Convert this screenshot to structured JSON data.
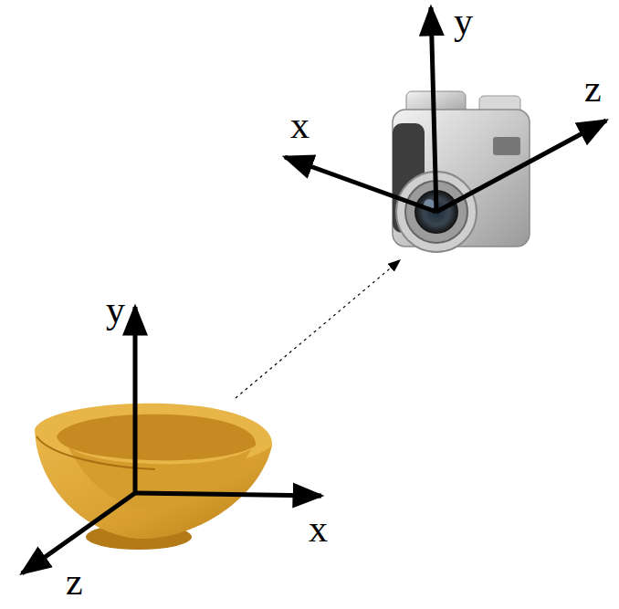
{
  "diagram": {
    "labels": [
      "y",
      "z",
      "x",
      "y",
      "x",
      "z"
    ]
  }
}
